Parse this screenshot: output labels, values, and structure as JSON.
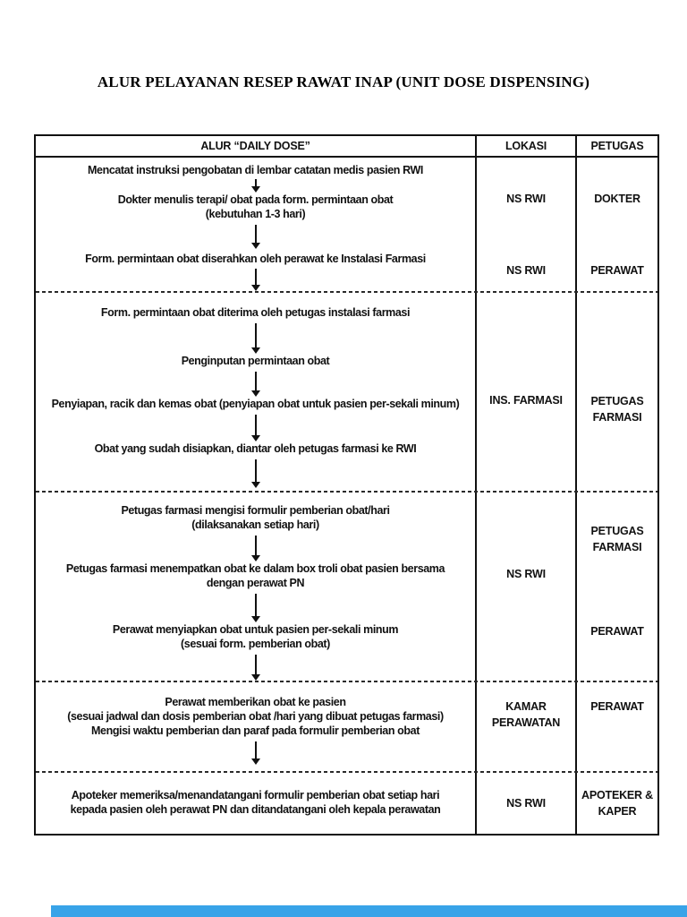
{
  "title": "ALUR PELAYANAN RESEP RAWAT INAP (UNIT DOSE DISPENSING)",
  "table": {
    "header": {
      "alur": "ALUR “DAILY DOSE”",
      "lokasi": "LOKASI",
      "petugas": "PETUGAS"
    },
    "sections": [
      {
        "flow": [
          "Mencatat instruksi pengobatan di lembar catatan medis pasien RWI",
          "Dokter menulis terapi/ obat pada form. permintaan obat",
          "(kebutuhan 1-3 hari)",
          "Form. permintaan obat diserahkan oleh perawat ke Instalasi Farmasi"
        ],
        "lokasi": [
          "NS RWI",
          "NS RWI"
        ],
        "petugas": [
          "DOKTER",
          "PERAWAT"
        ]
      },
      {
        "flow": [
          "Form. permintaan obat diterima oleh petugas instalasi farmasi",
          "Penginputan permintaan obat",
          "Penyiapan, racik dan kemas obat (penyiapan obat untuk pasien per-sekali minum)",
          "Obat yang sudah disiapkan, diantar oleh petugas farmasi ke RWI"
        ],
        "lokasi": [
          "INS. FARMASI"
        ],
        "petugas": [
          "PETUGAS",
          "FARMASI"
        ]
      },
      {
        "flow": [
          "Petugas farmasi mengisi formulir pemberian obat/hari",
          "(dilaksanakan setiap hari)",
          "Petugas farmasi  menempatkan obat ke dalam box troli obat pasien bersama",
          "dengan perawat PN",
          "Perawat menyiapkan obat untuk pasien per-sekali minum",
          "(sesuai form. pemberian obat)"
        ],
        "lokasi": [
          "NS RWI"
        ],
        "petugas": [
          "PETUGAS",
          "FARMASI",
          "PERAWAT"
        ]
      },
      {
        "flow": [
          "Perawat memberikan obat ke pasien",
          "(sesuai jadwal  dan dosis pemberian obat /hari yang dibuat petugas farmasi)",
          "Mengisi waktu pemberian dan paraf pada formulir pemberian obat"
        ],
        "lokasi": [
          "KAMAR",
          "PERAWATAN"
        ],
        "petugas": [
          "PERAWAT"
        ]
      },
      {
        "flow": [
          "Apoteker memeriksa/menandatangani formulir pemberian obat setiap hari",
          "kepada pasien oleh perawat PN dan ditandatangani oleh kepala perawatan"
        ],
        "lokasi": [
          "NS RWI"
        ],
        "petugas": [
          "APOTEKER &",
          "KAPER"
        ]
      }
    ]
  },
  "accent_bar_color": "#38a3e8"
}
